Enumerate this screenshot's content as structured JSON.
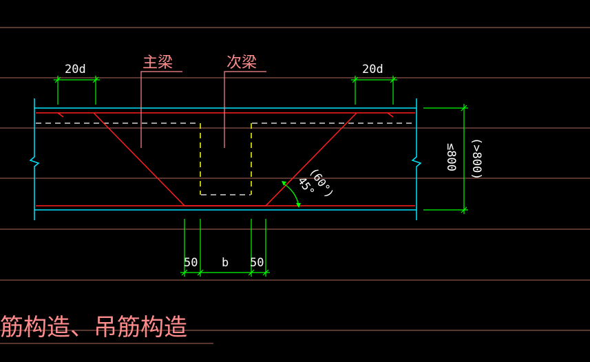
{
  "colors": {
    "background": "#000000",
    "grid_line": "#b06a5e",
    "rebar": "#ff1e1e",
    "beam_outline": "#00e5ff",
    "dimension": "#00ff00",
    "hidden_line": "#ffff00",
    "leader": "#ff8c8c",
    "text": "#ffffff"
  },
  "labels": {
    "main_beam": "主梁",
    "secondary_beam": "次梁",
    "anchor_left": "20d",
    "anchor_right": "20d",
    "dim_left_50": "50",
    "dim_b": "b",
    "dim_right_50": "50",
    "angle_60": "(60°)",
    "angle_45": "45°",
    "height_le800": "≤800",
    "height_gt800": "(>800)",
    "title": "筋构造、吊筋构造"
  }
}
